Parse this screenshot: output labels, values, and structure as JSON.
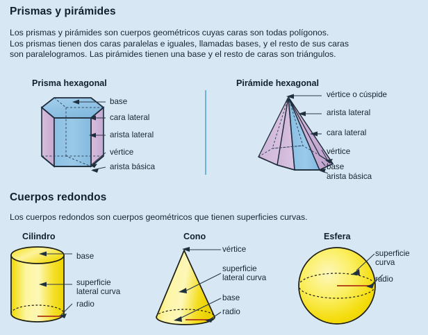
{
  "page": {
    "background_color": "#d7e8f4",
    "text_color": "#16242f",
    "divider_color": "#6fb4d8"
  },
  "sections": [
    {
      "id": "prismas-y-piramides",
      "title": "Prismas y pirámides",
      "intro": "Los prismas y pirámides son cuerpos geométricos cuyas caras son todas polígonos.\nLos prismas tienen dos caras paralelas e iguales, llamadas bases, y el resto de sus caras\nson paralelogramos. Las pirámides tienen una base y el resto de caras son triángulos.",
      "figures": [
        {
          "id": "prisma-hexagonal",
          "title": "Prisma hexagonal",
          "colors": {
            "top_face": "#8fc1e3",
            "front_face": "#8fc1e3",
            "side_face": "#d5b8d8",
            "outline": "#1d2b3a",
            "hidden_edge": "#2a3a4d"
          },
          "labels": [
            "base",
            "cara lateral",
            "arista lateral",
            "vértice",
            "arista básica"
          ]
        },
        {
          "id": "piramide-hexagonal",
          "title": "Pirámide hexagonal",
          "colors": {
            "front_face": "#8fc1e3",
            "side_face": "#cdb4d6",
            "outline": "#1d2b3a",
            "hidden_edge": "#2a3a4d"
          },
          "labels": [
            "vértice o cúspide",
            "arista lateral",
            "cara lateral",
            "vértice",
            "base",
            "arista básica"
          ]
        }
      ]
    },
    {
      "id": "cuerpos-redondos",
      "title": "Cuerpos redondos",
      "intro": "Los cuerpos redondos son cuerpos geométricos que tienen superficies curvas.",
      "figures": [
        {
          "id": "cilindro",
          "title": "Cilindro",
          "colors": {
            "body_light": "#fdf7a8",
            "body_mid": "#f5e33a",
            "body_dark": "#ecd600",
            "outline": "#1d1d12",
            "radius_line": "#b5491b"
          },
          "labels": [
            "base",
            "superficie\nlateral curva",
            "radio"
          ]
        },
        {
          "id": "cono",
          "title": "Cono",
          "colors": {
            "body_light": "#fdf7a8",
            "body_mid": "#f5e33a",
            "body_dark": "#ecd600",
            "outline": "#1d1d12",
            "radius_line": "#b5491b"
          },
          "labels": [
            "vértice",
            "superficie\nlateral curva",
            "base",
            "radio"
          ]
        },
        {
          "id": "esfera",
          "title": "Esfera",
          "colors": {
            "body_light": "#fdf7a8",
            "body_mid": "#f7e63f",
            "body_dark": "#ecd400",
            "outline": "#1d1d12",
            "radius_line": "#b5491b"
          },
          "labels": [
            "superficie\ncurva",
            "radio"
          ]
        }
      ]
    }
  ]
}
